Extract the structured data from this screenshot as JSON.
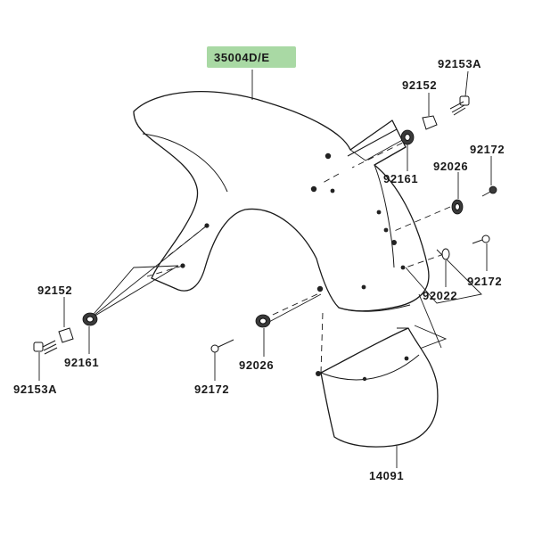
{
  "parts": [
    {
      "id": "main_fender",
      "number": "35004D/E",
      "highlight": "#a9d9a4"
    },
    {
      "id": "screw_top",
      "number": "92153A"
    },
    {
      "id": "collar_top",
      "number": "92152"
    },
    {
      "id": "grommet_top",
      "number": "92161"
    },
    {
      "id": "bolt_right_upper",
      "number": "92172"
    },
    {
      "id": "grommet_right",
      "number": "92026"
    },
    {
      "id": "washer_right",
      "number": "92022"
    },
    {
      "id": "bolt_right_lower",
      "number": "92172"
    },
    {
      "id": "collar_left",
      "number": "92152"
    },
    {
      "id": "grommet_left",
      "number": "92161"
    },
    {
      "id": "screw_left",
      "number": "92153A"
    },
    {
      "id": "grommet_center",
      "number": "92026"
    },
    {
      "id": "bolt_center",
      "number": "92172"
    },
    {
      "id": "rear_flap",
      "number": "14091"
    }
  ],
  "colors": {
    "line": "#1a1a1a",
    "highlight": "#a9d9a4",
    "background": "#ffffff"
  }
}
